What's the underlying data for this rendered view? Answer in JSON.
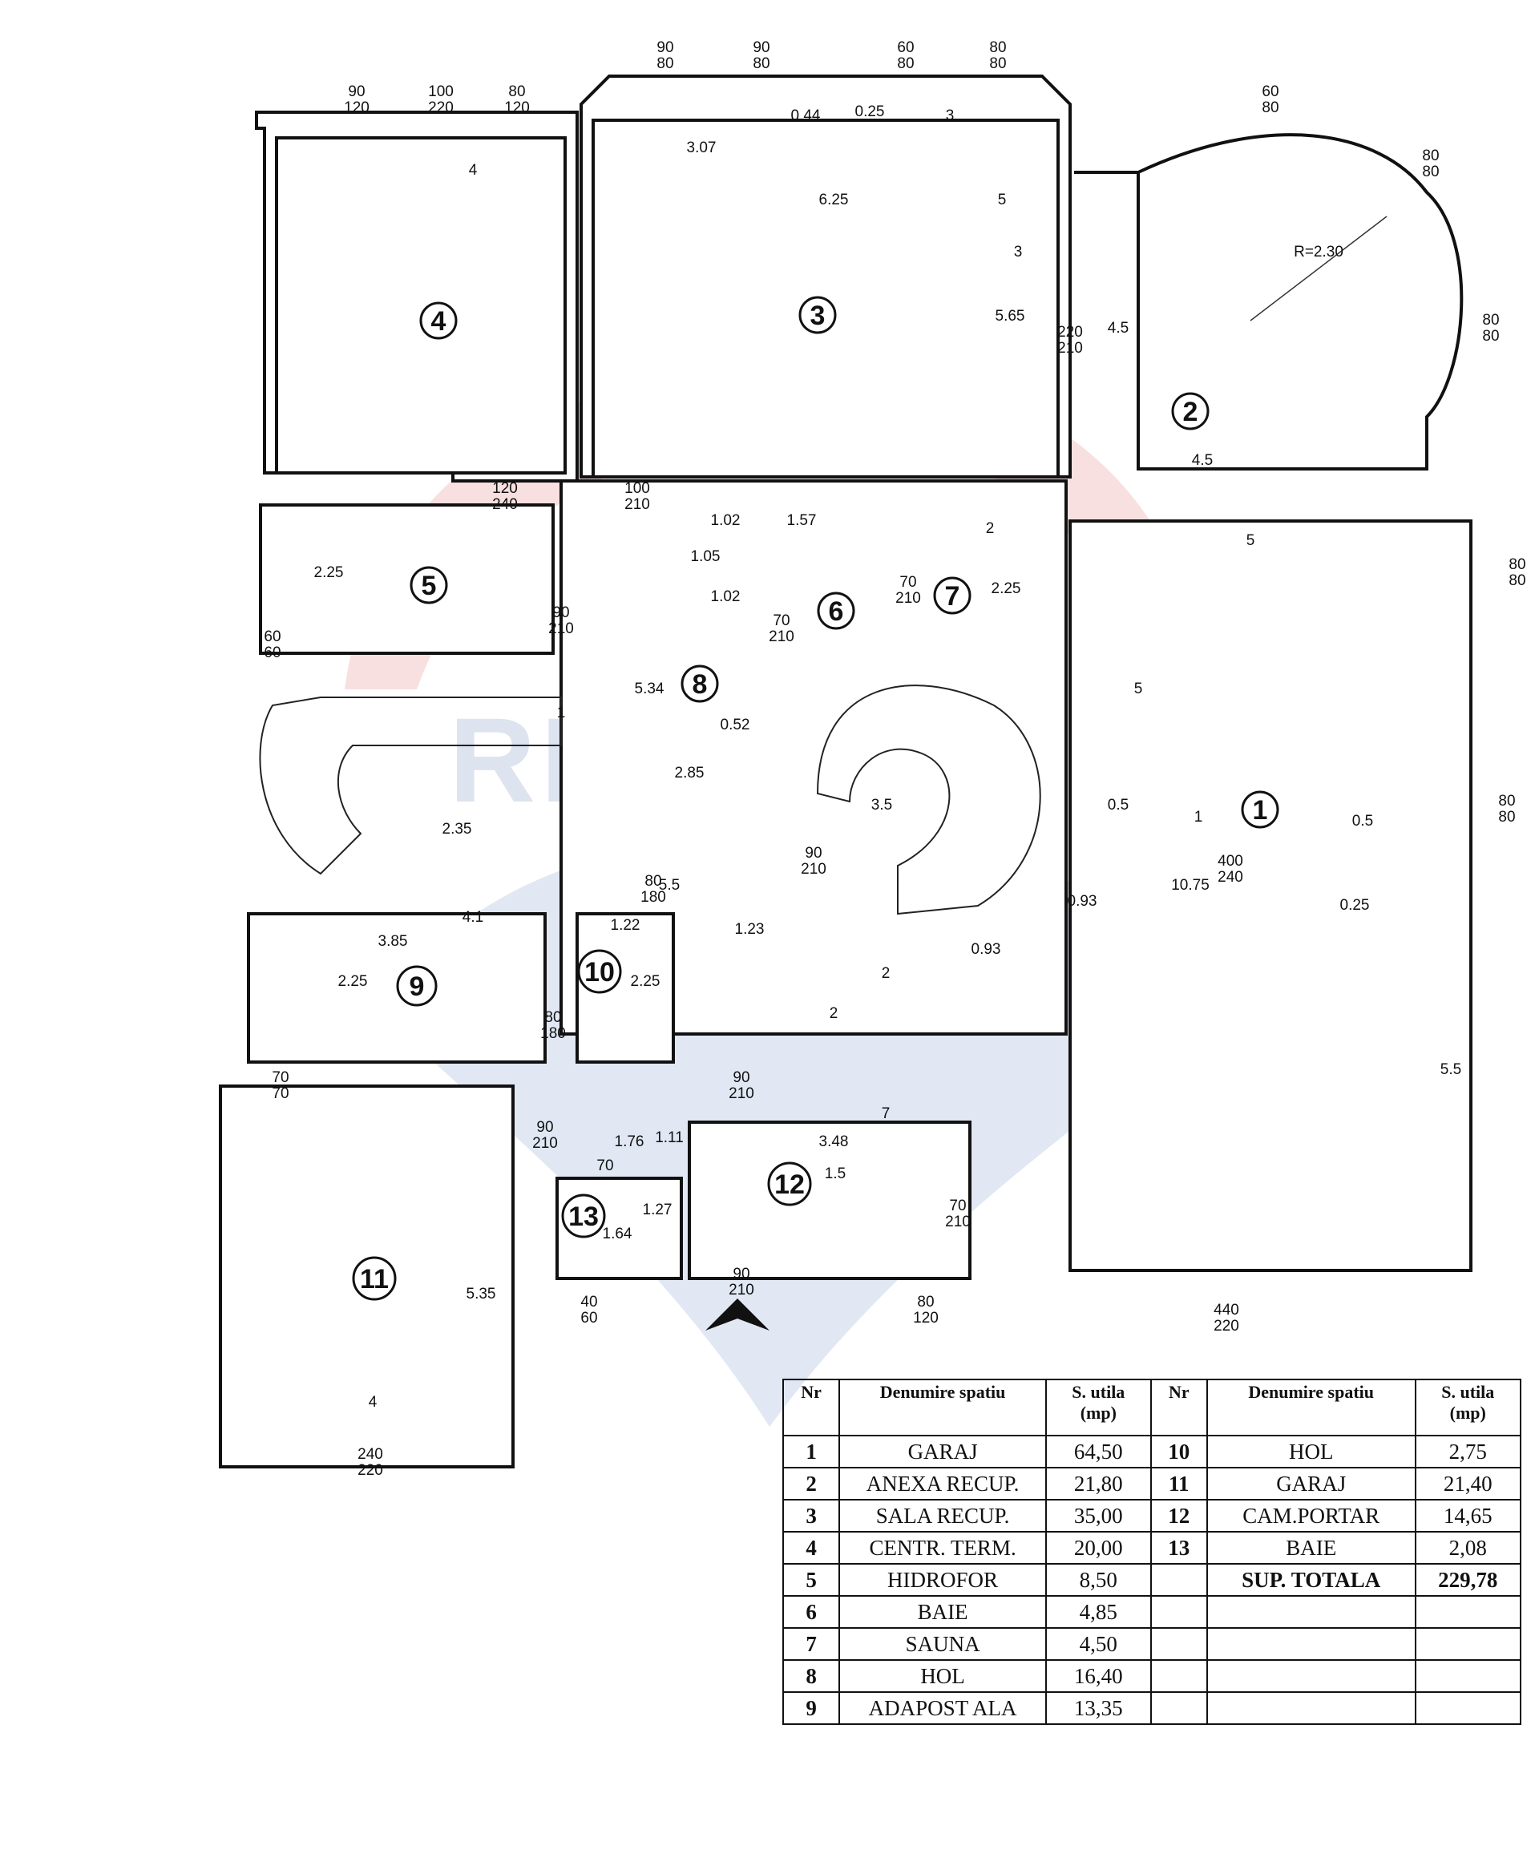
{
  "watermark": {
    "brand": "RE/MAX",
    "colors": {
      "red": "#e0393e",
      "blue": "#1e5aa8"
    }
  },
  "rooms": [
    {
      "nr": "1"
    },
    {
      "nr": "2"
    },
    {
      "nr": "3"
    },
    {
      "nr": "4"
    },
    {
      "nr": "5"
    },
    {
      "nr": "6"
    },
    {
      "nr": "7"
    },
    {
      "nr": "8"
    },
    {
      "nr": "9"
    },
    {
      "nr": "10"
    },
    {
      "nr": "11"
    },
    {
      "nr": "12"
    },
    {
      "nr": "13"
    }
  ],
  "dimension_labels": [
    "90\n120",
    "100\n220",
    "80\n120",
    "90\n80",
    "90\n80",
    "60\n80",
    "80\n80",
    "0.44",
    "0.25",
    "3",
    "3.07",
    "4",
    "6.25",
    "5",
    "3",
    "5.65",
    "220\n210",
    "4.5",
    "R=2.30",
    "60\n80",
    "80\n80",
    "80\n80",
    "4.5",
    "120\n240",
    "100\n210",
    "1.02",
    "1.57",
    "2",
    "1.05",
    "5",
    "80\n80",
    "2.25",
    "1.02",
    "70\n210",
    "70\n210",
    "2.25",
    "90\n210",
    "60\n60",
    "5.34",
    "1",
    "0.52",
    "2.85",
    "5",
    "3.5",
    "0.5",
    "1",
    "400\n240",
    "10.75",
    "0.5",
    "0.25",
    "80\n80",
    "2.35",
    "90\n210",
    "80\n180",
    "5.5",
    "1.22",
    "4.1",
    "3.85",
    "1.23",
    "0.93",
    "0.93",
    "2.25",
    "2.25",
    "80\n180",
    "2",
    "2",
    "90\n210",
    "70\n70",
    "5.5",
    "7",
    "90\n210",
    "1.76",
    "1.11",
    "3.48",
    "70",
    "1.27",
    "1.5",
    "70\n210",
    "1.64",
    "5.35",
    "90\n210",
    "40\n60",
    "80\n120",
    "440\n220",
    "4",
    "240\n220"
  ],
  "table": {
    "headers": [
      "Nr",
      "Denumire spatiu",
      "S. utila\n(mp)",
      "Nr",
      "Denumire spatiu",
      "S. utila\n(mp)"
    ],
    "rows": [
      {
        "nr": "1",
        "name": "GARAJ",
        "area": "64,50",
        "nr2": "10",
        "name2": "HOL",
        "area2": "2,75"
      },
      {
        "nr": "2",
        "name": "ANEXA RECUP.",
        "area": "21,80",
        "nr2": "11",
        "name2": "GARAJ",
        "area2": "21,40"
      },
      {
        "nr": "3",
        "name": "SALA RECUP.",
        "area": "35,00",
        "nr2": "12",
        "name2": "CAM.PORTAR",
        "area2": "14,65"
      },
      {
        "nr": "4",
        "name": "CENTR. TERM.",
        "area": "20,00",
        "nr2": "13",
        "name2": "BAIE",
        "area2": "2,08"
      },
      {
        "nr": "5",
        "name": "HIDROFOR",
        "area": "8,50",
        "nr2": "",
        "name2": "SUP. TOTALA",
        "area2": "229,78"
      },
      {
        "nr": "6",
        "name": "BAIE",
        "area": "4,85",
        "nr2": "",
        "name2": "",
        "area2": ""
      },
      {
        "nr": "7",
        "name": "SAUNA",
        "area": "4,50",
        "nr2": "",
        "name2": "",
        "area2": ""
      },
      {
        "nr": "8",
        "name": "HOL",
        "area": "16,40",
        "nr2": "",
        "name2": "",
        "area2": ""
      },
      {
        "nr": "9",
        "name": "ADAPOST ALA",
        "area": "13,35",
        "nr2": "",
        "name2": "",
        "area2": ""
      }
    ]
  }
}
